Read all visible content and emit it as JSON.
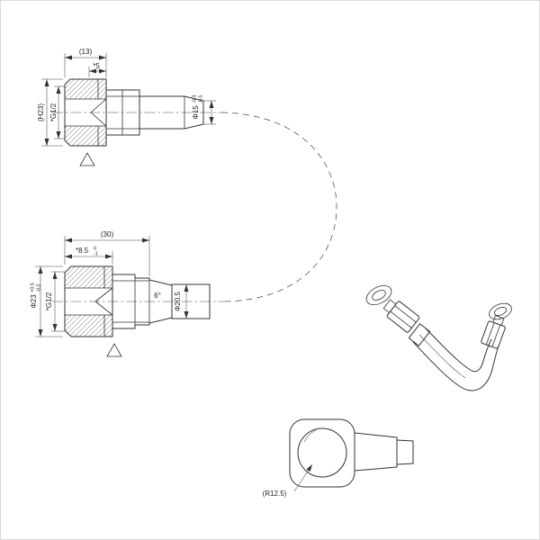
{
  "colors": {
    "line": "#333333",
    "background": "#ffffff"
  },
  "drawing": {
    "top_view": {
      "dim_width": "(13)",
      "dim_offset": "*5",
      "dim_height": "(H23)",
      "dim_thread": "*G1/2",
      "dim_end_dia": "Φ15",
      "dim_end_tol_up": "-0.3",
      "dim_end_tol_dn": "-0.5"
    },
    "mid_view": {
      "dim_width": "(30)",
      "dim_depth": "*8.5",
      "dim_depth_tol_up": "0",
      "dim_depth_tol_dn": "-1",
      "dim_outer_dia": "Φ23",
      "dim_outer_tol_up": "+0.5",
      "dim_outer_tol_dn": "-0.2",
      "dim_thread": "*G1/2",
      "dim_taper_angle": "6°",
      "dim_end_dia": "Φ20.5"
    },
    "elbow_view": {
      "dim_radius": "(R12.5)"
    }
  }
}
